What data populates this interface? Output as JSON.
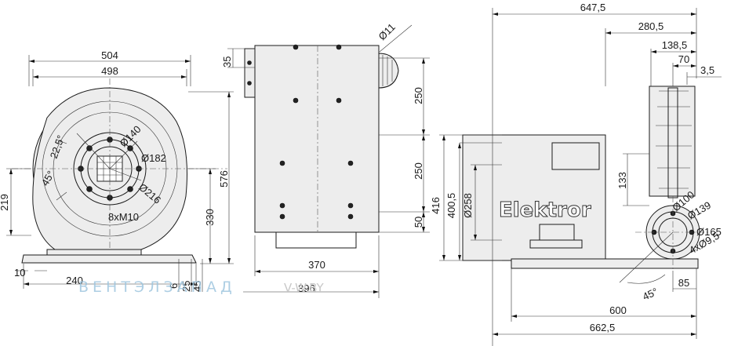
{
  "front_view": {
    "width_outer": "504",
    "width_inner": "498",
    "height_total": "576",
    "height_center": "330",
    "offset_left": "219",
    "offset_base_left": "10",
    "base_width": "240",
    "flange_h1": "6",
    "flange_h2": "25",
    "flange_h3": "45",
    "angle_small": "22,5°",
    "angle_large": "45°",
    "dia_1": "Ø140",
    "dia_2": "Ø182",
    "dia_3": "Ø216",
    "thread": "8xM10"
  },
  "side_view": {
    "hole_dia": "Ø11",
    "top_flange": "35",
    "spacing_1": "250",
    "spacing_2": "250",
    "spacing_3": "50",
    "width_1": "370",
    "width_2": "396"
  },
  "right_view": {
    "length_total": "647,5",
    "len_a": "280,5",
    "len_b": "138,5",
    "len_c": "70",
    "len_d": "3,5",
    "height_1": "416",
    "height_2": "400,5",
    "dia_motor": "Ø258",
    "offset_133": "133",
    "dia_100": "Ø100",
    "dia_139": "Ø139",
    "dia_165": "Ø165",
    "holes": "4xØ9,5",
    "angle": "45°",
    "dim_85": "85",
    "dim_600": "600",
    "dim_662": "662,5",
    "brand": "Elektror"
  },
  "watermark": {
    "text": "ВЕНТЭЛЗАПАД",
    "site": "V-W.BY"
  }
}
